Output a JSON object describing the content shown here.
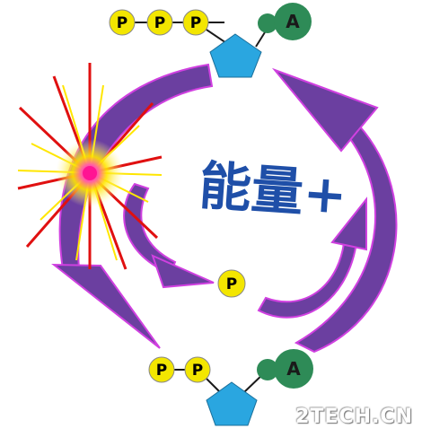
{
  "atp": {
    "phosphates": [
      "P",
      "P",
      "P"
    ],
    "base_label": "A"
  },
  "adp": {
    "phosphates": [
      "P",
      "P"
    ],
    "base_label": "A"
  },
  "free_phosphate": {
    "label": "P"
  },
  "energy": {
    "label": "能量+"
  },
  "watermark": {
    "text": "2TECH.CN"
  },
  "colors": {
    "phosphate": "#f3e600",
    "adenine": "#2e8b57",
    "ribose": "#2aa6e0",
    "arrow": "#6b3fa0",
    "arrow_edge": "#d040e0",
    "burst_core": "#ff1493",
    "burst_glow": "#ffe600",
    "ray_red": "#e01010",
    "ray_yellow": "#ffe600"
  },
  "icons": [
    "energy-burst-icon"
  ]
}
